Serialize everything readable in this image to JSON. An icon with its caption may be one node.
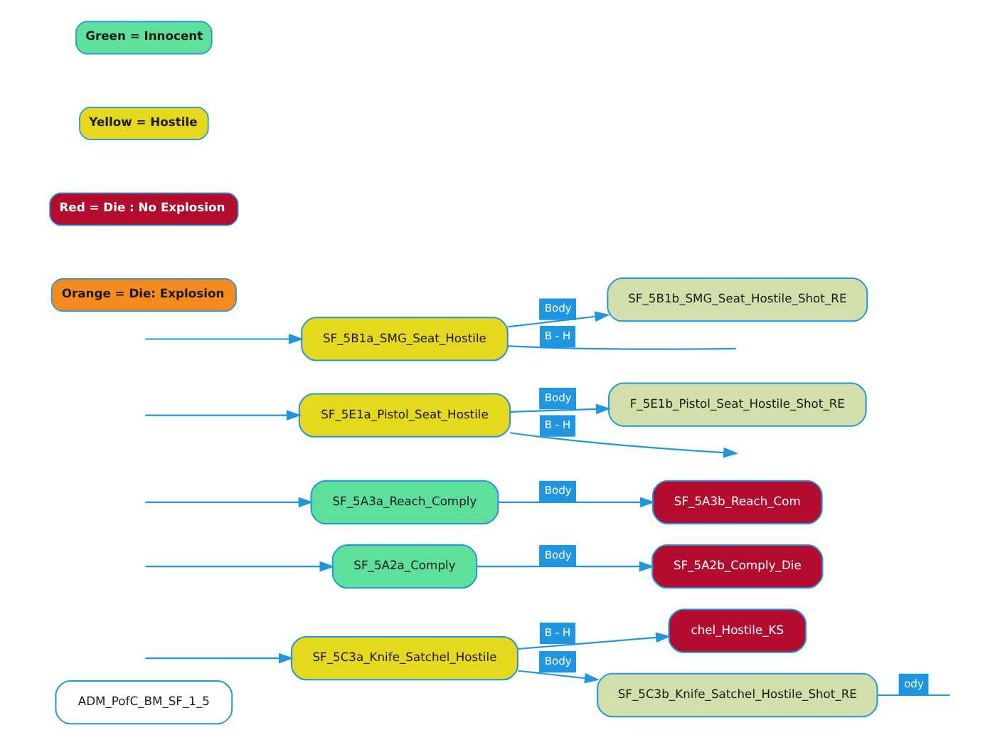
{
  "diagram": {
    "nodes": [
      {
        "text": [
          "ADM_PofC_BM_SF_1_5"
        ]
      },
      {
        "text": [
          "chel_Hostile_KS"
        ]
      },
      {
        "text": [
          "SF_5C3a_Knife_Satchel_Hostile"
        ]
      },
      {
        "text": [
          "SF_5A2a_Comply"
        ]
      },
      {
        "text": [
          "SF_5A2b_Comply_Die"
        ]
      },
      {
        "text": [
          "SF_5C3b_Knife_Satchel_Hostile_Shot_RE"
        ]
      },
      {
        "text": [
          "SF_5A3a_Reach_Comply"
        ]
      },
      {
        "text": [
          "SF_5A3b_Reach_Com"
        ]
      },
      {
        "text": [
          "SF_5E1a_Pistol_Seat_Hostile"
        ]
      },
      {
        "text": [
          "SF_5B1a_SMG_Seat_Hostile"
        ]
      },
      {
        "text": [
          "F_5E1b_Pistol_Seat_Hostile_Shot_RE"
        ]
      },
      {
        "text": [
          "SF_5B1b_SMG_Seat_Hostile_Shot_RE"
        ]
      }
    ],
    "edges": [
      {
        "from": 2,
        "to": 1,
        "arrow": "to",
        "label": "B - H"
      },
      {
        "from": 2,
        "to": 5,
        "arrow": "to",
        "label": "Body"
      },
      {
        "from": 3,
        "to": 4,
        "arrow": "to",
        "label": "Body"
      },
      {
        "from": 5,
        "to": null,
        "arrow": "none",
        "label": "ody"
      },
      {
        "from": 6,
        "to": 7,
        "arrow": "to",
        "label": "Body"
      },
      {
        "from": 8,
        "to": null,
        "arrow": "to",
        "label": "B - H"
      },
      {
        "from": 8,
        "to": 10,
        "arrow": "to",
        "label": "Body"
      },
      {
        "from": 9,
        "to": null,
        "arrow": "none",
        "label": "B - H"
      },
      {
        "from": 9,
        "to": 11,
        "arrow": "to",
        "label": "Body"
      },
      {
        "from": null,
        "to": 2,
        "arrow": "to"
      },
      {
        "from": null,
        "to": 3,
        "arrow": "to"
      },
      {
        "from": null,
        "to": 6,
        "arrow": "to"
      },
      {
        "from": null,
        "to": 9,
        "arrow": "to"
      },
      {
        "from": null,
        "to": 8,
        "arrow": "to"
      }
    ],
    "legend": [
      {
        "text": "Green = Innocent",
        "color": "#5ce09c"
      },
      {
        "text": "Yellow = Hostile",
        "color": "#e6d81c"
      },
      {
        "text": "Red = Die : No Explosion",
        "color": "#b30c2e"
      },
      {
        "text": "Orange = Die: Explosion",
        "color": "#f58b1f"
      }
    ]
  }
}
